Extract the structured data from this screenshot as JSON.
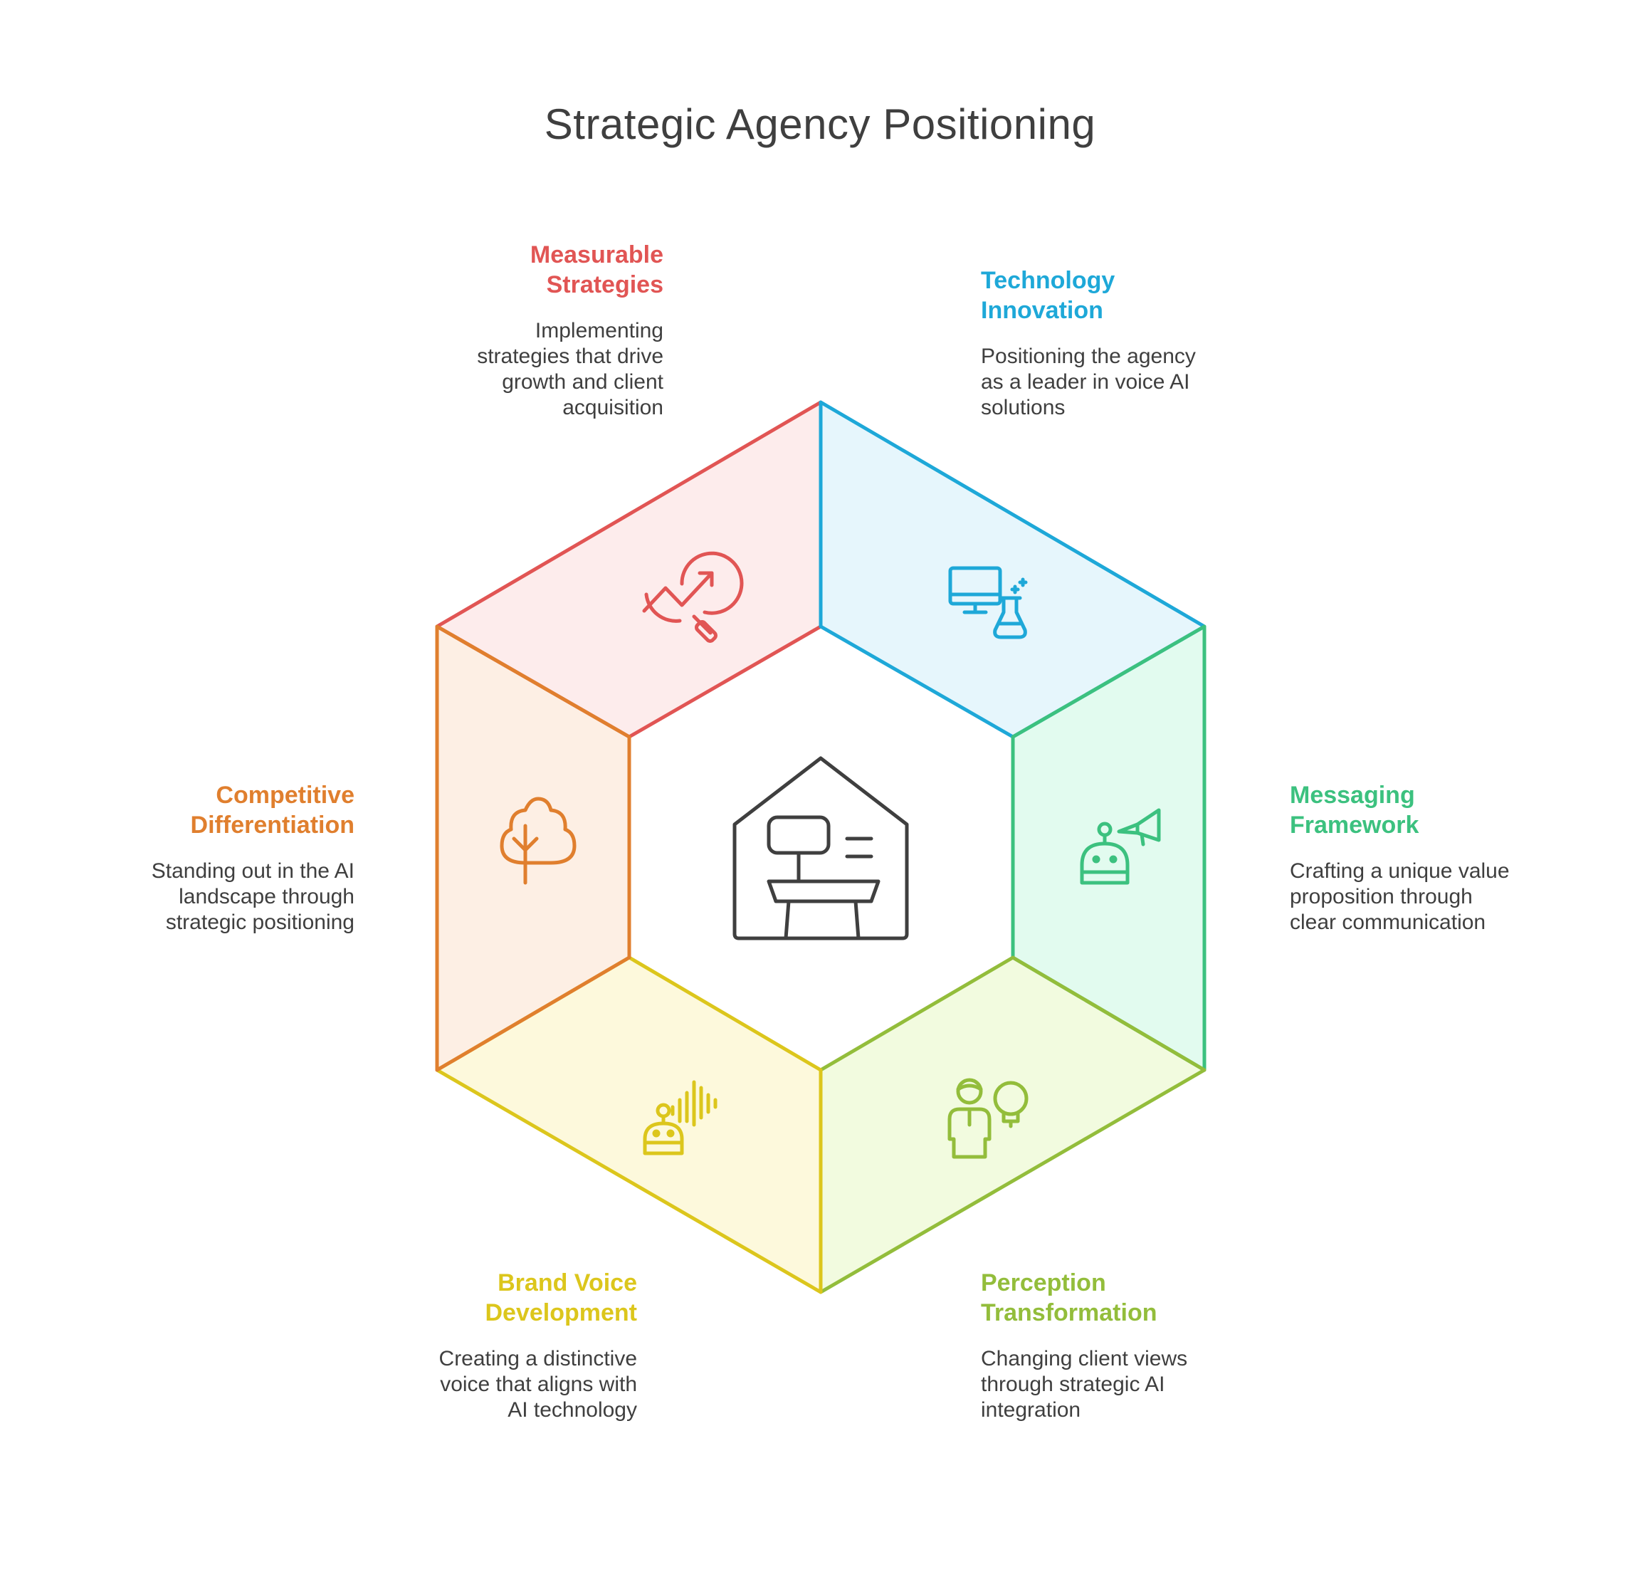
{
  "title": "Strategic Agency Positioning",
  "colors": {
    "red": "#e15554",
    "blue": "#1ea8d8",
    "green": "#3cc17f",
    "lime": "#93bd3b",
    "yellow": "#dcc61c",
    "orange": "#e07f2e",
    "center": "#3f3f3f"
  },
  "segments": [
    {
      "id": "measurable",
      "title_line1": "Measurable",
      "title_line2": "Strategies",
      "desc1": "Implementing",
      "desc2": "strategies that drive",
      "desc3": "growth and client",
      "desc4": "acquisition",
      "icon": "growth-analysis-icon"
    },
    {
      "id": "technology",
      "title_line1": "Technology",
      "title_line2": "Innovation",
      "desc1": "Positioning the agency",
      "desc2": "as a leader in voice AI",
      "desc3": "solutions",
      "icon": "computer-flask-icon"
    },
    {
      "id": "messaging",
      "title_line1": "Messaging",
      "title_line2": "Framework",
      "desc1": "Crafting a unique value",
      "desc2": "proposition through",
      "desc3": "clear communication",
      "icon": "robot-megaphone-icon"
    },
    {
      "id": "perception",
      "title_line1": "Perception",
      "title_line2": "Transformation",
      "desc1": "Changing client views",
      "desc2": "through strategic AI",
      "desc3": "integration",
      "icon": "person-idea-icon"
    },
    {
      "id": "brandvoice",
      "title_line1": "Brand Voice",
      "title_line2": "Development",
      "desc1": "Creating a distinctive",
      "desc2": "voice that aligns with",
      "desc3": "AI technology",
      "icon": "robot-soundwave-icon"
    },
    {
      "id": "competitive",
      "title_line1": "Competitive",
      "title_line2": "Differentiation",
      "desc1": "Standing out in the AI",
      "desc2": "landscape through",
      "desc3": "strategic positioning",
      "icon": "tree-icon"
    }
  ],
  "center_icon": "agency-office-icon"
}
